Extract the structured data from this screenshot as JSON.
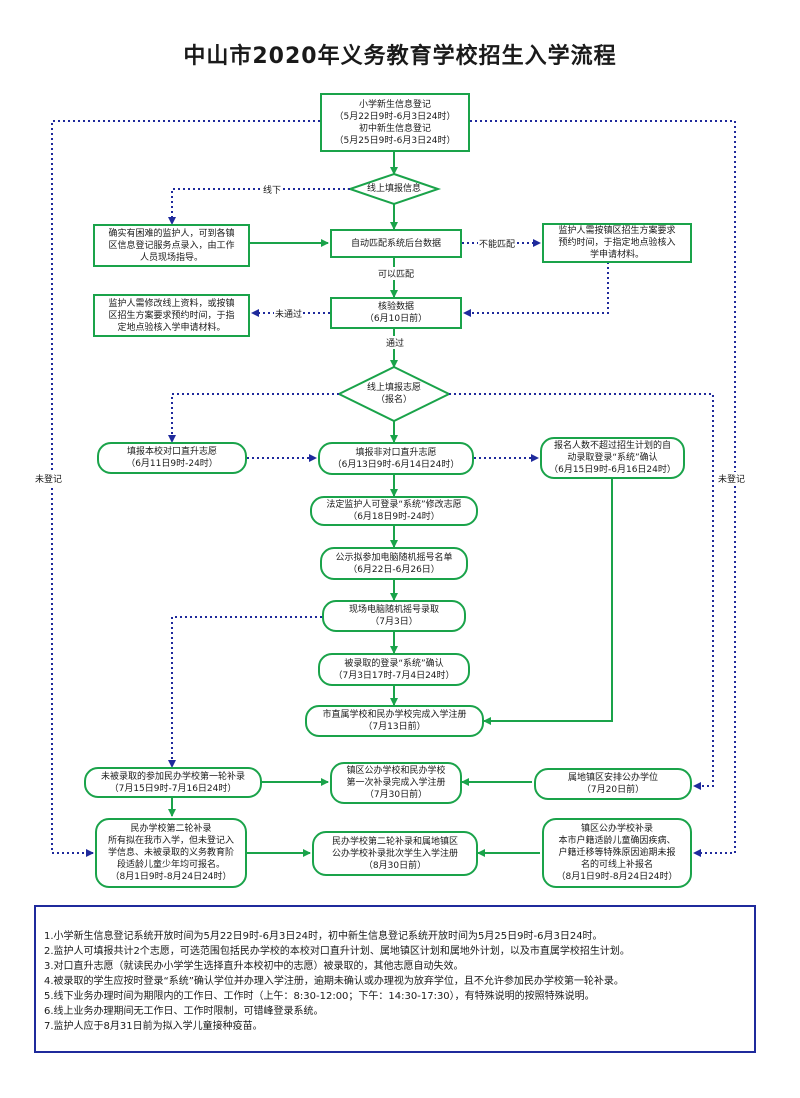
{
  "title": "中山市2020年义务教育学校招生入学流程",
  "boxes": {
    "register": [
      "小学新生信息登记",
      "（5月22日9时-6月3日24时）",
      "初中新生信息登记",
      "（5月25日9时-6月3日24时）"
    ],
    "online": [
      "线上填报信息"
    ],
    "hardship": [
      "确实有困难的监护人，可到各镇",
      "区信息登记服务点录入，由工作",
      "人员现场指导。"
    ],
    "auto_match": [
      "自动匹配系统后台数据"
    ],
    "no_match": [
      "监护人需按镇区招生方案要求",
      "预约时间，于指定地点验核入",
      "学申请材料。"
    ],
    "modify": [
      "监护人需修改线上资料，或按镇",
      "区招生方案要求预约时间，于指",
      "定地点验核入学申请材料。"
    ],
    "verify": [
      "核验数据",
      "（6月10日前）"
    ],
    "apply": [
      "线上填报志愿",
      "（报名）"
    ],
    "direct_own": [
      "填报本校对口直升志愿",
      "（6月11日9时-24时）"
    ],
    "direct_other": [
      "填报非对口直升志愿",
      "（6月13日9时-6月14日24时）"
    ],
    "auto_admit": [
      "报名人数不超过招生计划的自",
      "动录取登录“系统”确认",
      "（6月15日9时-6月16日24时）"
    ],
    "revise": [
      "法定监护人可登录“系统”修改志愿",
      "（6月18日9时-24时）"
    ],
    "publish": [
      "公示拟参加电脑随机摇号名单",
      "（6月22日-6月26日）"
    ],
    "lottery": [
      "现场电脑随机摇号录取",
      "（7月3日）"
    ],
    "confirm": [
      "被录取的登录“系统”确认",
      "（7月3日17时-7月4日24时）"
    ],
    "city_register": [
      "市直属学校和民办学校完成入学注册",
      "（7月13日前）"
    ],
    "round1": [
      "未被录取的参加民办学校第一轮补录",
      "（7月15日9时-7月16日24时）"
    ],
    "town_round1": [
      "镇区公办学校和民办学校",
      "第一次补录完成入学注册",
      "（7月30日前）"
    ],
    "town_arrange": [
      "属地镇区安排公办学位",
      "（7月20日前）"
    ],
    "round2": [
      "民办学校第二轮补录",
      "所有拟在我市入学，但未登记入",
      "学信息、未被录取的义务教育阶",
      "段适龄儿童少年均可报名。",
      "（8月1日9时-8月24日24时）"
    ],
    "round2_register": [
      "民办学校第二轮补录和属地镇区",
      "公办学校补录批次学生入学注册",
      "（8月30日前）"
    ],
    "town_supp": [
      "镇区公办学校补录",
      "本市户籍适龄儿童确因疾病、",
      "户籍迁移等特殊原因逾期未报",
      "名的可线上补报名",
      "（8月1日9时-8月24日24时）"
    ]
  },
  "labels": {
    "offline": "线下",
    "no_match": "不能匹配",
    "can_match": "可以匹配",
    "not_pass": "未通过",
    "pass": "通过",
    "unregistered_left": "未登记",
    "unregistered_right": "未登记"
  },
  "notes": [
    "1.小学新生信息登记系统开放时间为5月22日9时-6月3日24时，初中新生信息登记系统开放时间为5月25日9时-6月3日24时。",
    "2.监护人可填报共计2个志愿，可选范围包括民办学校的本校对口直升计划、属地镇区计划和属地外计划，以及市直属学校招生计划。",
    "3.对口直升志愿（就读民办小学学生选择直升本校初中的志愿）被录取的，其他志愿自动失效。",
    "4.被录取的学生应按时登录“系统”确认学位并办理入学注册，逾期未确认或办理视为放弃学位，且不允许参加民办学校第一轮补录。",
    "5.线下业务办理时间为期限内的工作日、工作时（上午：8:30-12:00；下午：14:30-17:30），有特殊说明的按照特殊说明。",
    "6.线上业务办理期间无工作日、工作时限制，可错峰登录系统。",
    "7.监护人应于8月31日前为拟入学儿童接种疫苗。"
  ],
  "colors": {
    "green": "#1aa34a",
    "blue": "#1f2a9c"
  }
}
